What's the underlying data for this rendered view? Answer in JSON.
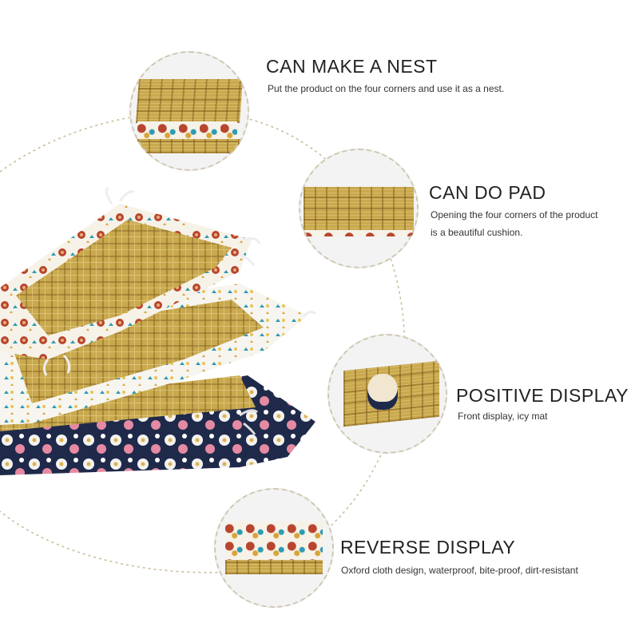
{
  "features": [
    {
      "title": "CAN MAKE A NEST",
      "description": "Put the product on the four corners and use it as a nest."
    },
    {
      "title": "CAN DO PAD",
      "description_lines": [
        "Opening the four corners of the product",
        "is a beautiful cushion."
      ]
    },
    {
      "title": "POSITIVE DISPLAY",
      "description": "Front display, icy mat"
    },
    {
      "title": "REVERSE DISPLAY",
      "description": "Oxford cloth design, waterproof, bite-proof, dirt-resistant"
    }
  ],
  "colors": {
    "plaid": "#c9a94e",
    "floral_white": "#f6f2e8",
    "navy": "#1f2a4a",
    "dashed_line": "#cfc7b0"
  }
}
